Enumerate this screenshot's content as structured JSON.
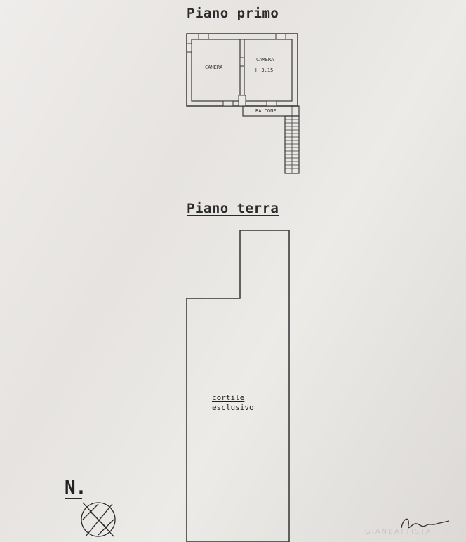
{
  "floors": {
    "first": {
      "title": "Piano primo",
      "rooms": [
        {
          "name": "CAMERA"
        },
        {
          "name": "CAMERA",
          "height_note": "H  3.15"
        }
      ],
      "balcony": "BALCONE"
    },
    "ground": {
      "title": "Piano terra",
      "area_label_line1": "cortile",
      "area_label_line2": "esclusivo"
    }
  },
  "north": {
    "letter": "N."
  },
  "stamp": {
    "text": "GIANBATTISTA"
  }
}
